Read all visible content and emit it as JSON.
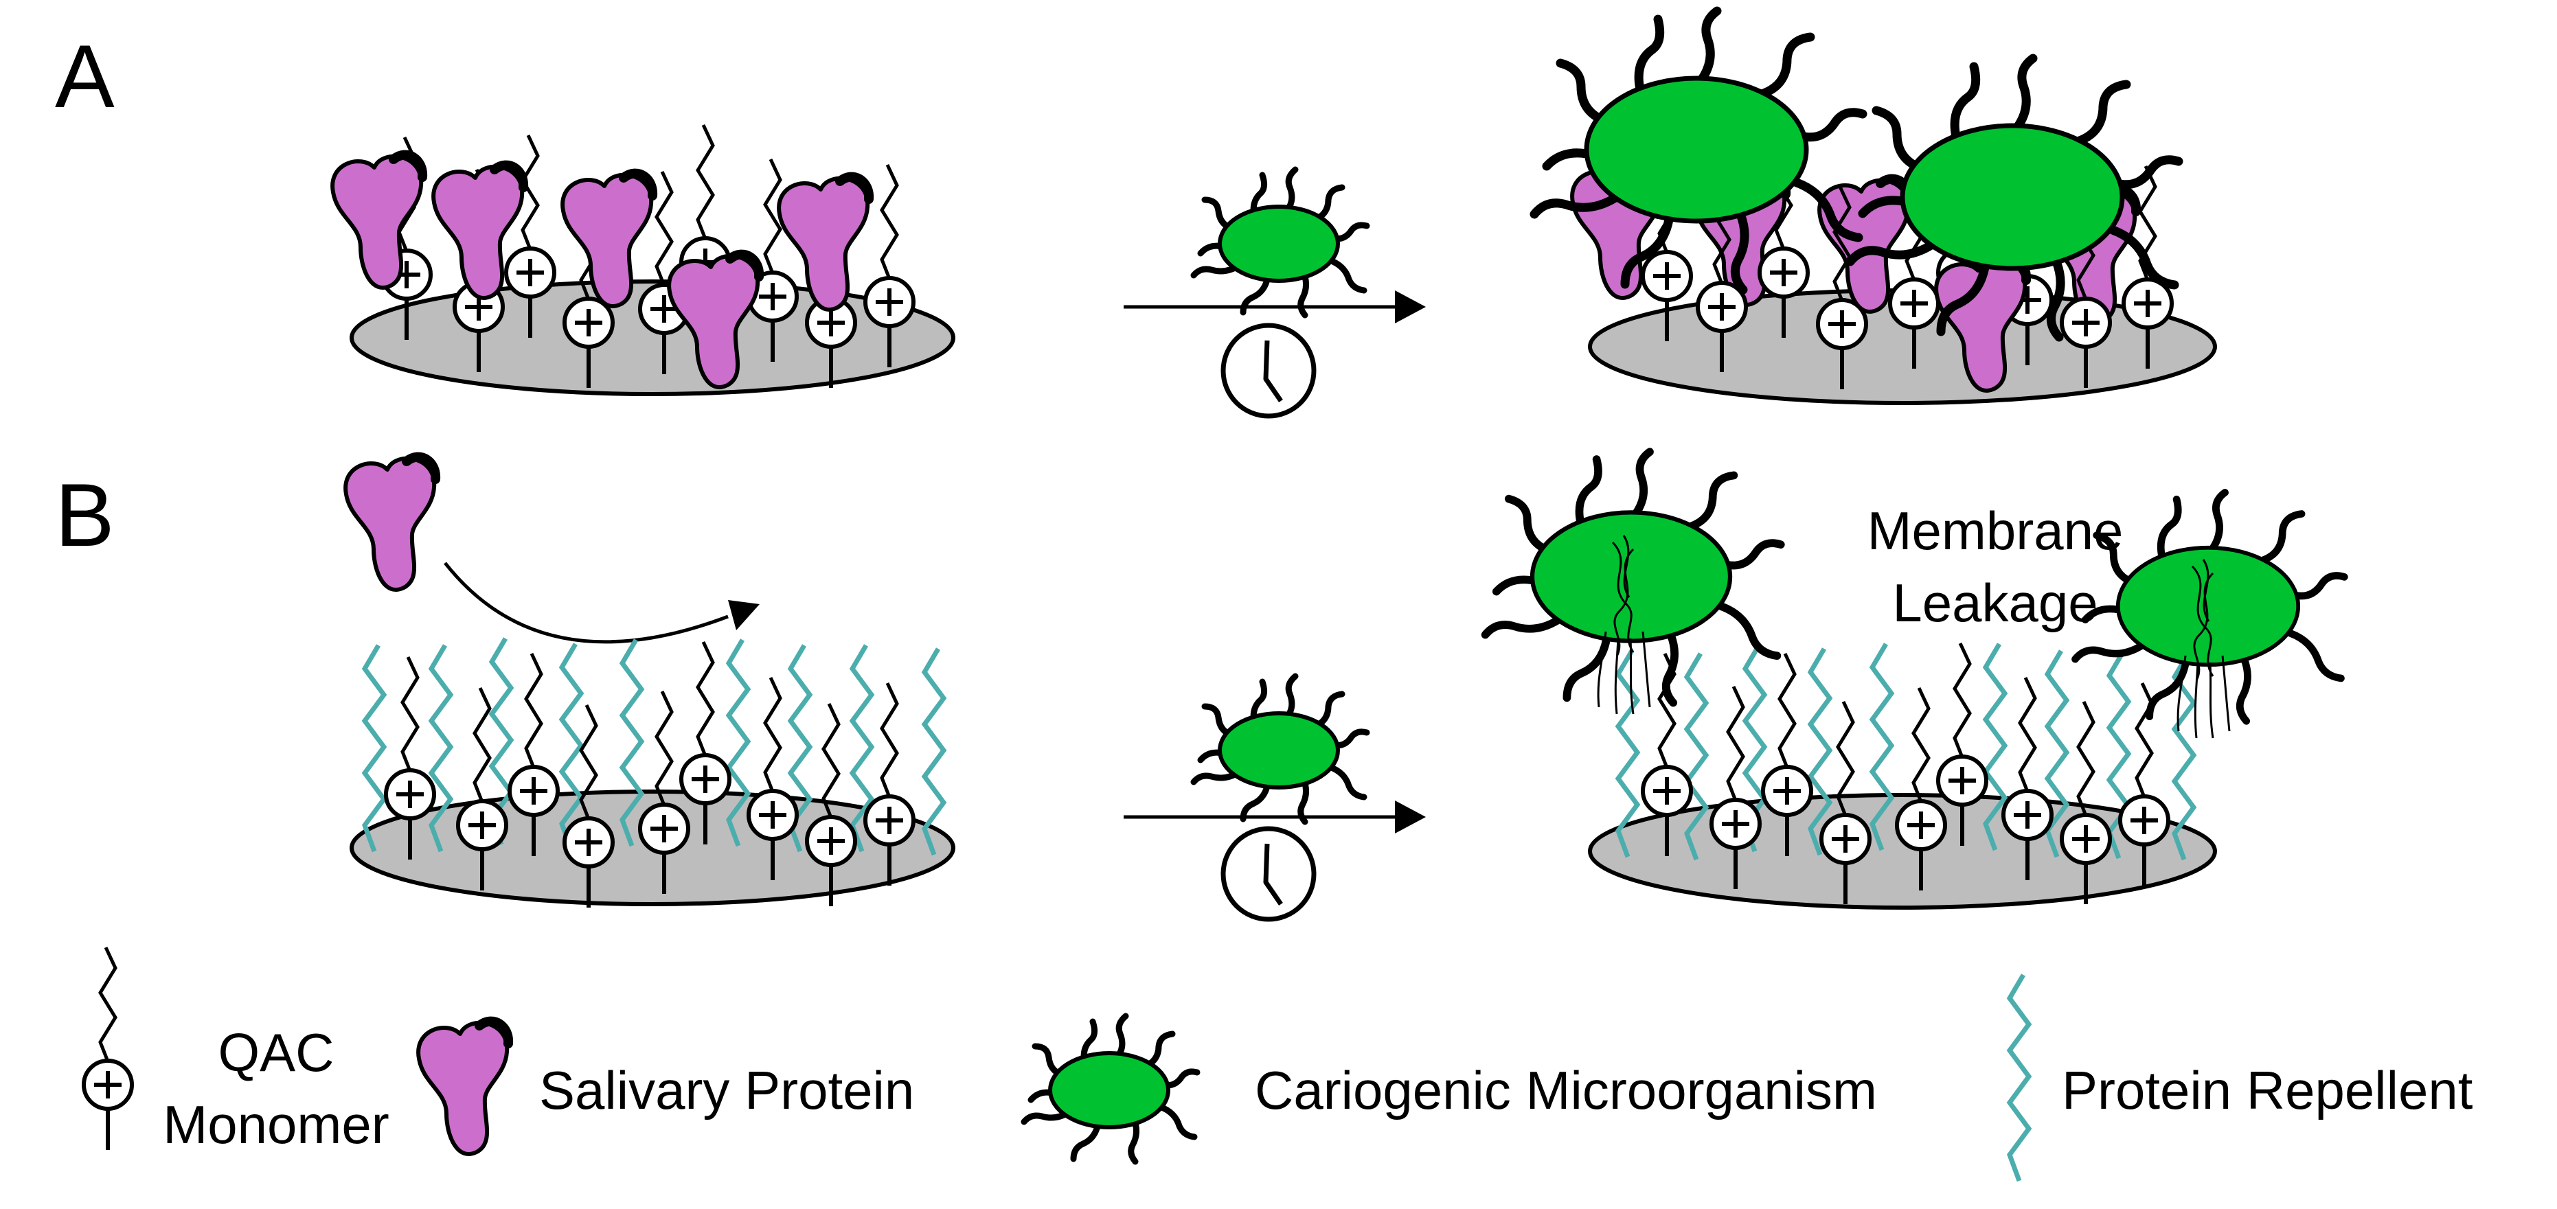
{
  "panels": [
    {
      "label": "A"
    },
    {
      "label": "B"
    }
  ],
  "annotation": {
    "line1": "Membrane",
    "line2": "Leakage"
  },
  "legend": {
    "qac_line1": "QAC",
    "qac_line2": "Monomer",
    "protein": "Salivary Protein",
    "microbe": "Cariogenic Microorganism",
    "repellent": "Protein Repellent"
  },
  "icons": {
    "qac": "qac-monomer-icon",
    "protein": "salivary-protein-icon",
    "microbe": "cariogenic-microorganism-icon",
    "repellent": "protein-repellent-icon",
    "clock": "clock-icon",
    "arrow": "right-arrow-icon",
    "surface": "surface-disc-icon"
  },
  "colors": {
    "surface": "#bdbdbd",
    "protein": "#cc6fcc",
    "microbe": "#00c231",
    "repellent": "#4cadad",
    "stroke": "#000000"
  }
}
